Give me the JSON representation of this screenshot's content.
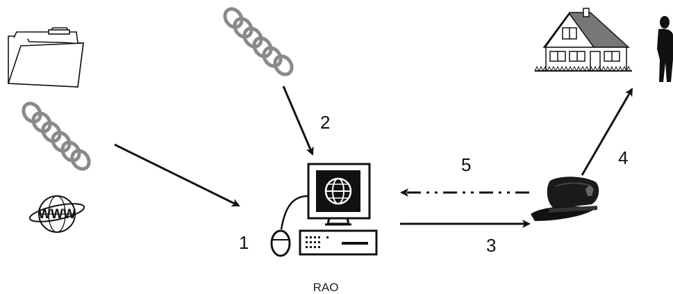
{
  "labels": {
    "step1": "1",
    "step2": "2",
    "step3": "3",
    "step4": "4",
    "step5": "5",
    "computer_caption": "RAO",
    "www_text": "WWW"
  },
  "icons": {
    "folder": "folder-icon",
    "chain_left": "chain-icon",
    "chain_top": "chain-icon",
    "www_globe": "www-globe-icon",
    "computer": "computer-icon",
    "house": "house-icon",
    "person": "person-silhouette-icon",
    "police_cap": "police-cap-icon"
  },
  "colors": {
    "stroke": "#111111",
    "chain": "#8a8a8a",
    "screen": "#111111"
  }
}
